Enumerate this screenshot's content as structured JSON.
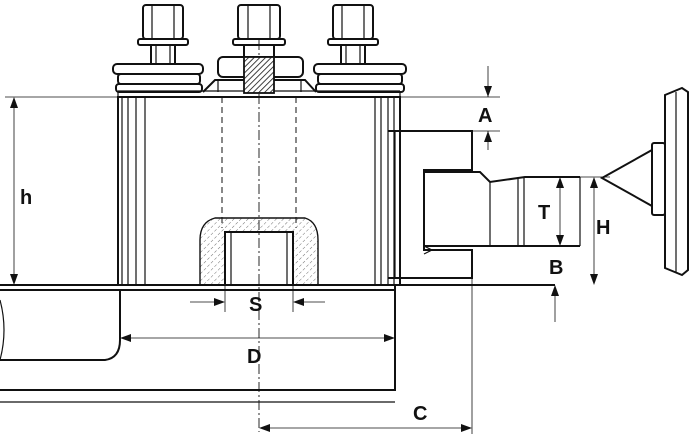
{
  "dimensions": {
    "h": "h",
    "A": "A",
    "T": "T",
    "H": "H",
    "B": "B",
    "S": "S",
    "D": "D",
    "C": "C"
  }
}
